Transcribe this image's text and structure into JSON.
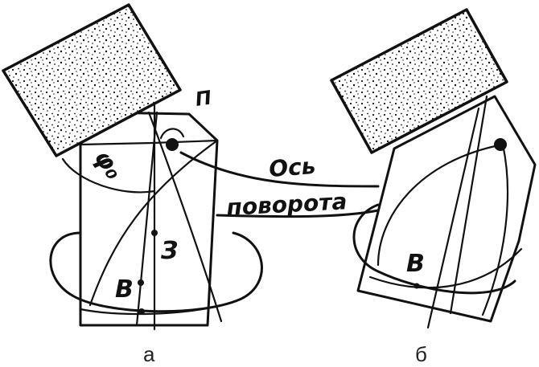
{
  "labels": {
    "axis_word_1": "Ось",
    "axis_word_2": "поворота",
    "label_P": "П",
    "label_phi": "φ₀",
    "label_Z": "З",
    "label_B_left": "В",
    "label_B_right": "В",
    "caption_a": "а",
    "caption_b": "б"
  },
  "colors": {
    "ink": "#111111",
    "background": "#ffffff",
    "block_fill": "#ffffff"
  }
}
